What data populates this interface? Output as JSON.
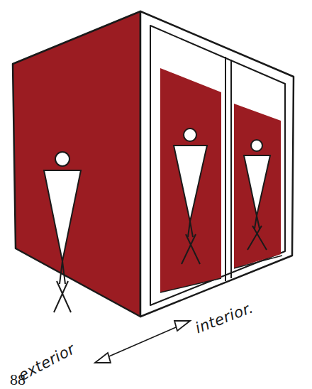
{
  "diagram": {
    "labels": [
      "exterior",
      "interior.",
      "88"
    ]
  }
}
